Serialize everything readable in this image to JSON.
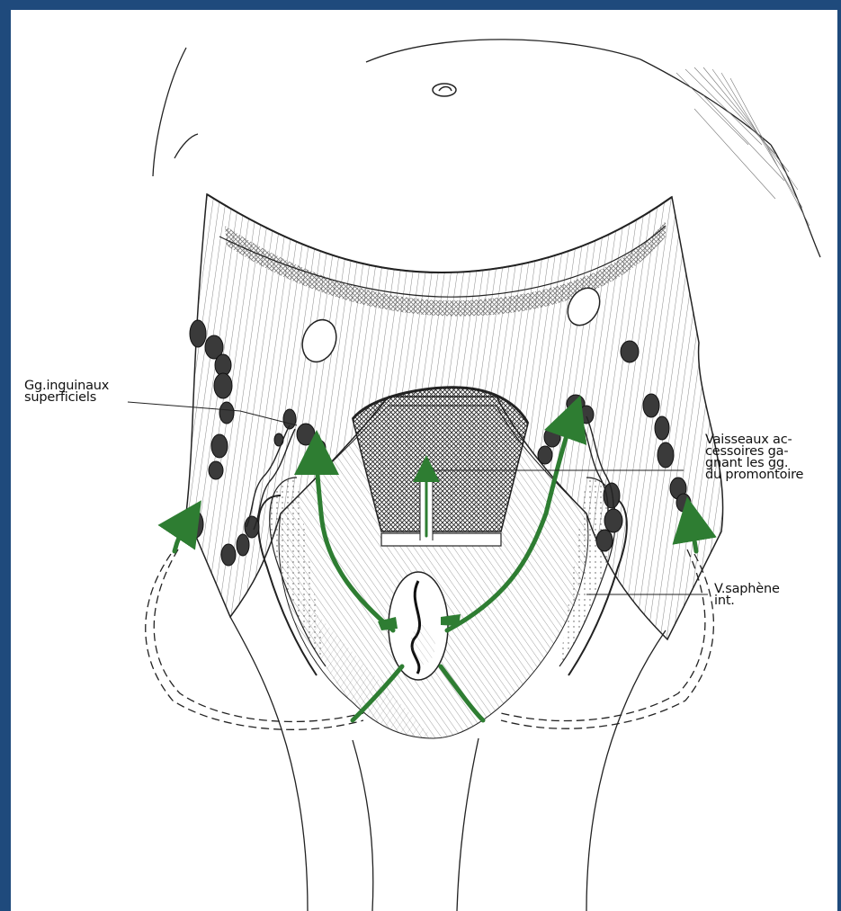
{
  "labels": {
    "gg_inguinaux": "Gg.inguinaux\nsuperficiels",
    "vaisseaux": "Vaisseaux ac-\ncessoires ga-\ngnant les gg.\ndu promontoire",
    "v_saphene": "V.saphène\nint."
  },
  "colors": {
    "frame": "#1f4a7c",
    "paper": "#ffffff",
    "ink": "#1a1a1a",
    "arrow": "#2e7d32",
    "node": "#3a3a3a"
  }
}
